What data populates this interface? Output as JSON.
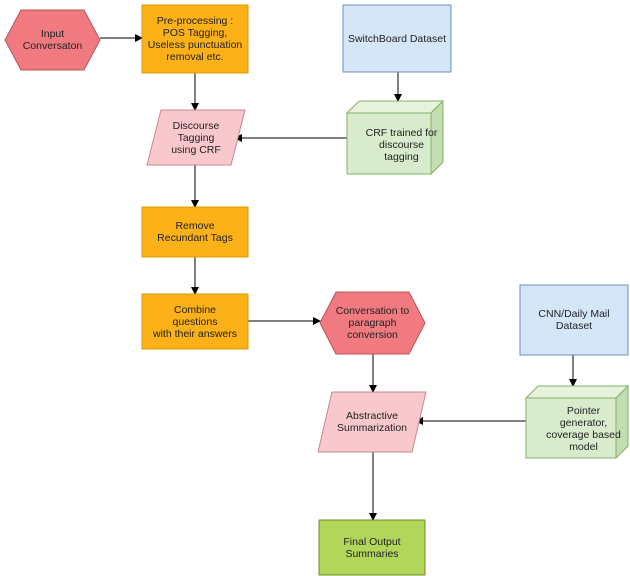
{
  "colors": {
    "orange_fill": "#fbb117",
    "orange_stroke": "#d99a06",
    "red_fill": "#f07a80",
    "red_stroke": "#b8525a",
    "pink_fill": "#f8c8cc",
    "pink_stroke": "#c8888e",
    "blue_fill": "#d6e6f9",
    "blue_stroke": "#6c8ebf",
    "green_fill": "#d8ebcc",
    "green_top": "#e6f2dc",
    "green_side": "#c3dcb2",
    "green_stroke": "#82b366",
    "lime_fill": "#b2d65a",
    "lime_stroke": "#6a8f2a",
    "arrow": "#000000"
  },
  "nodes": {
    "input": {
      "label": "Input\nConversaton",
      "shape": "hexagon"
    },
    "preprocess": {
      "label": "Pre-processing :\nPOS Tagging,\nUseless punctuation\nremoval etc.",
      "shape": "rectangle"
    },
    "switchboard": {
      "label": "SwitchBoard Dataset",
      "shape": "rectangle"
    },
    "discourse": {
      "label": "Discourse\nTagging\nusing CRF",
      "shape": "parallelogram"
    },
    "crf": {
      "label": "CRF trained for\ndiscourse\ntagging",
      "shape": "cube"
    },
    "remove": {
      "label": "Remove\nRecundant Tags",
      "shape": "rectangle"
    },
    "combine": {
      "label": "Combine\nquestions\nwith their answers",
      "shape": "rectangle"
    },
    "conv2para": {
      "label": "Conversation to\nparagraph\nconversion",
      "shape": "hexagon"
    },
    "cnn": {
      "label": "CNN/Daily Mail\nDataset",
      "shape": "rectangle"
    },
    "abstractive": {
      "label": "Abstractive\nSummarization",
      "shape": "parallelogram"
    },
    "pointer": {
      "label": "Pointer\ngenerator,\ncoverage based\nmodel",
      "shape": "cube"
    },
    "final": {
      "label": "Final Output\nSummaries",
      "shape": "rectangle"
    }
  },
  "edges": [
    {
      "from": "input",
      "to": "preprocess"
    },
    {
      "from": "preprocess",
      "to": "discourse"
    },
    {
      "from": "switchboard",
      "to": "crf"
    },
    {
      "from": "crf",
      "to": "discourse"
    },
    {
      "from": "discourse",
      "to": "remove"
    },
    {
      "from": "remove",
      "to": "combine"
    },
    {
      "from": "combine",
      "to": "conv2para"
    },
    {
      "from": "cnn",
      "to": "pointer"
    },
    {
      "from": "conv2para",
      "to": "abstractive"
    },
    {
      "from": "pointer",
      "to": "abstractive"
    },
    {
      "from": "abstractive",
      "to": "final"
    }
  ]
}
